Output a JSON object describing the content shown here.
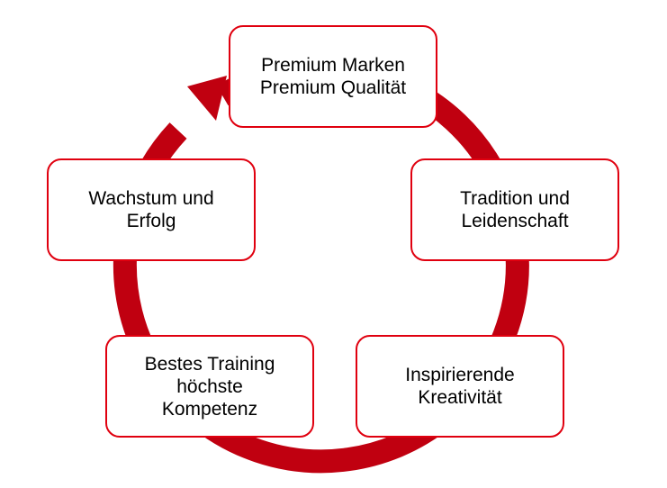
{
  "diagram": {
    "type": "cycle",
    "colors": {
      "arrow": "#c00010",
      "arrow_highlight": "#d8001a",
      "box_border": "#e0000f",
      "box_fill": "#ffffff",
      "text": "#000000"
    },
    "nodes": [
      {
        "id": "node-1",
        "text": "Premium Marken\nPremium Qualität"
      },
      {
        "id": "node-2",
        "text": "Tradition und\nLeidenschaft"
      },
      {
        "id": "node-3",
        "text": "Inspirierende\nKreativität"
      },
      {
        "id": "node-4",
        "text": "Bestes Training\nhöchste\nKompetenz"
      },
      {
        "id": "node-5",
        "text": "Wachstum und\nErfolg"
      }
    ],
    "direction": "clockwise"
  }
}
